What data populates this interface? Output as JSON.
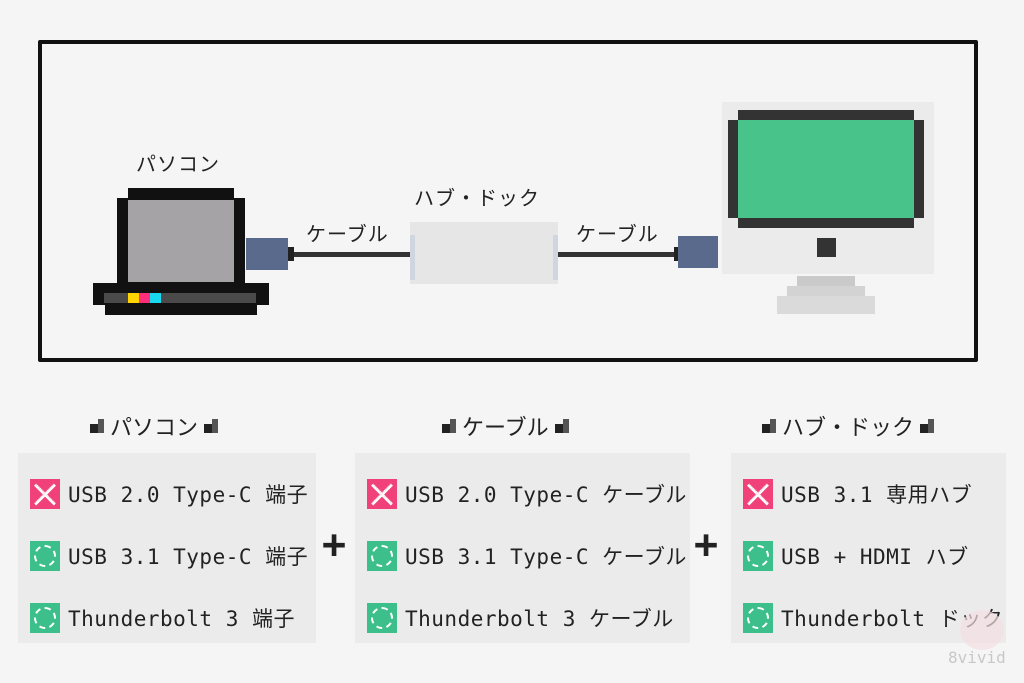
{
  "diagram": {
    "labels": {
      "pc": "パソコン",
      "cable_left": "ケーブル",
      "hub": "ハブ・ドック",
      "cable_right": "ケーブル"
    },
    "colors": {
      "frame": "#111111",
      "laptop_screen": "#a6a3a6",
      "plug": "#5a6a8c",
      "monitor_screen": "#48c48b",
      "ng": "#f0417a",
      "ok": "#3dbf8c",
      "led_yellow": "#ffd400",
      "led_magenta": "#ff2d7a",
      "led_cyan": "#18d9f0"
    }
  },
  "sections": [
    {
      "title": "パソコン",
      "items": [
        {
          "status": "ng",
          "text": "USB 2.0 Type-C 端子"
        },
        {
          "status": "ok",
          "text": "USB 3.1 Type-C 端子"
        },
        {
          "status": "ok",
          "text": "Thunderbolt 3 端子"
        }
      ]
    },
    {
      "title": "ケーブル",
      "items": [
        {
          "status": "ng",
          "text": "USB 2.0 Type-C ケーブル"
        },
        {
          "status": "ok",
          "text": "USB 3.1 Type-C ケーブル"
        },
        {
          "status": "ok",
          "text": "Thunderbolt 3 ケーブル"
        }
      ]
    },
    {
      "title": "ハブ・ドック",
      "items": [
        {
          "status": "ng",
          "text": "USB 3.1 専用ハブ"
        },
        {
          "status": "ok",
          "text": "USB + HDMI ハブ"
        },
        {
          "status": "ok",
          "text": "Thunderbolt ドック"
        }
      ]
    }
  ],
  "operators": [
    "+",
    "+"
  ],
  "watermark": "8vivid"
}
